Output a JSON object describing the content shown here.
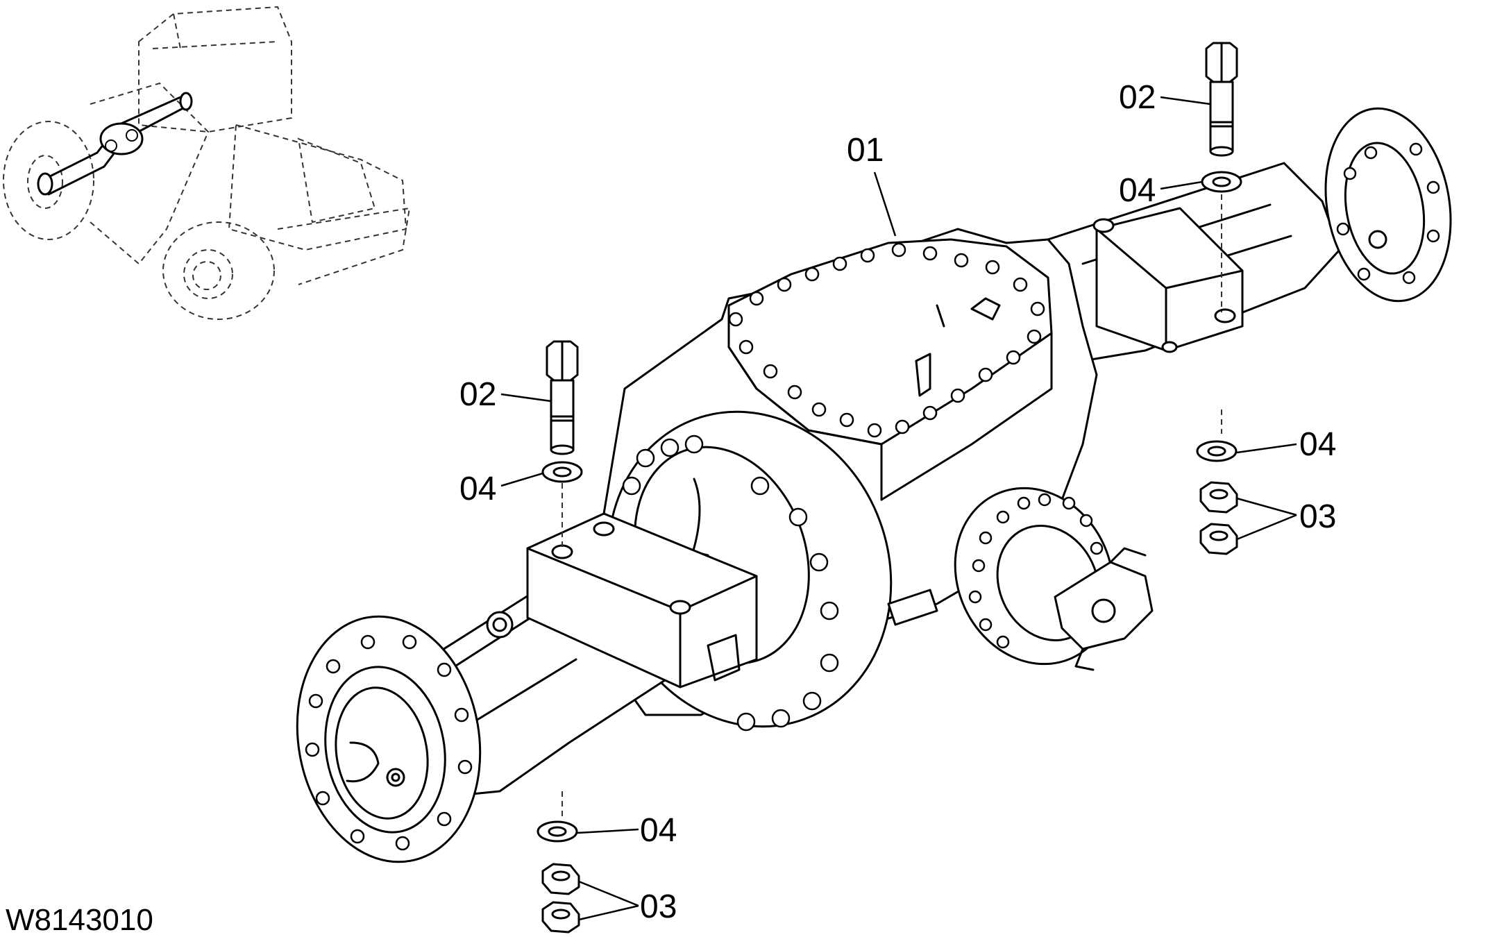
{
  "drawing_number": "W8143010",
  "callouts": {
    "housing": "01",
    "bolt_upper_right": "02",
    "washer_upper_right": "04",
    "washer_right": "04",
    "nuts_right": "03",
    "bolt_left": "02",
    "washer_left": "04",
    "washer_lower": "04",
    "nuts_lower": "03"
  }
}
